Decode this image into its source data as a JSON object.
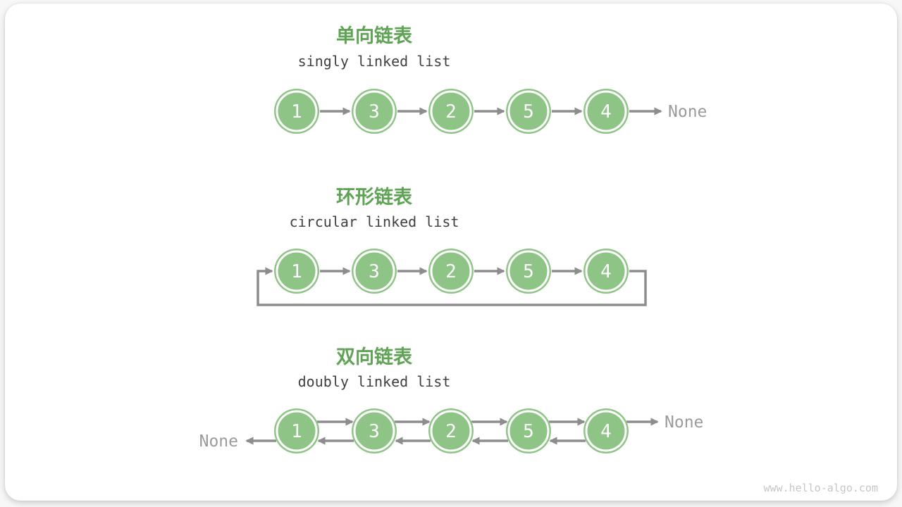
{
  "palette": {
    "node_fill": "#8fc487",
    "node_ring": "#ffffff",
    "node_value_color": "#ffffff",
    "title_green": "#5fa355",
    "subtitle_color": "#3f4040",
    "arrow_gray": "#8d8d8d",
    "none_gray": "#9b9b9b",
    "card_bg": "#ffffff",
    "watermark_color": "#c6c6c6"
  },
  "sections": [
    {
      "id": "singly-linked-list",
      "title": "单向链表",
      "subtitle": "singly linked list",
      "node_values": [
        "1",
        "3",
        "2",
        "5",
        "4"
      ],
      "tail_label": "None"
    },
    {
      "id": "circular-linked-list",
      "title": "环形链表",
      "subtitle": "circular linked list",
      "node_values": [
        "1",
        "3",
        "2",
        "5",
        "4"
      ]
    },
    {
      "id": "doubly-linked-list",
      "title": "双向链表",
      "subtitle": "doubly linked list",
      "node_values": [
        "1",
        "3",
        "2",
        "5",
        "4"
      ],
      "head_label": "None",
      "tail_label": "None"
    }
  ],
  "watermark": {
    "text": "www.hello-algo.com"
  }
}
